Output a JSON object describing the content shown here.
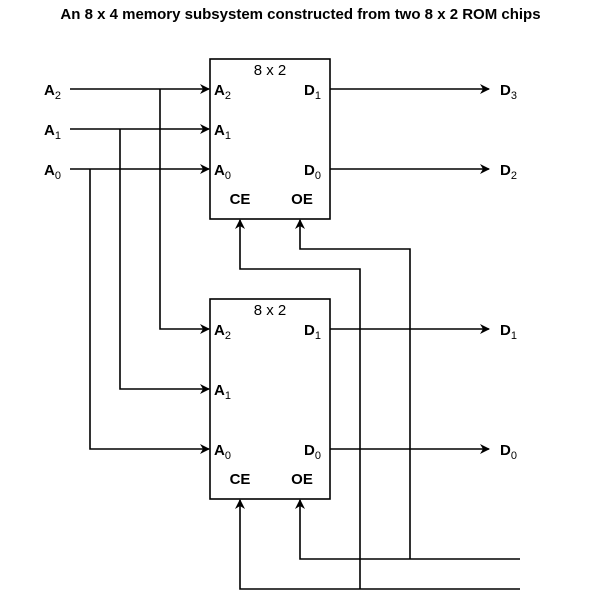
{
  "title": "An 8 x 4 memory subsystem constructed from two 8 x 2 ROM chips",
  "inputs": [
    {
      "name": "A",
      "sub": "2"
    },
    {
      "name": "A",
      "sub": "1"
    },
    {
      "name": "A",
      "sub": "0"
    }
  ],
  "chips": [
    {
      "title": "8 x 2",
      "pins_in": [
        {
          "name": "A",
          "sub": "2"
        },
        {
          "name": "A",
          "sub": "1"
        },
        {
          "name": "A",
          "sub": "0"
        }
      ],
      "pins_out": [
        {
          "name": "D",
          "sub": "1"
        },
        {
          "name": "D",
          "sub": "0"
        }
      ],
      "ce": "CE",
      "oe": "OE"
    },
    {
      "title": "8 x 2",
      "pins_in": [
        {
          "name": "A",
          "sub": "2"
        },
        {
          "name": "A",
          "sub": "1"
        },
        {
          "name": "A",
          "sub": "0"
        }
      ],
      "pins_out": [
        {
          "name": "D",
          "sub": "1"
        },
        {
          "name": "D",
          "sub": "0"
        }
      ],
      "ce": "CE",
      "oe": "OE"
    }
  ],
  "outputs": [
    {
      "name": "D",
      "sub": "3"
    },
    {
      "name": "D",
      "sub": "2"
    },
    {
      "name": "D",
      "sub": "1"
    },
    {
      "name": "D",
      "sub": "0"
    }
  ]
}
